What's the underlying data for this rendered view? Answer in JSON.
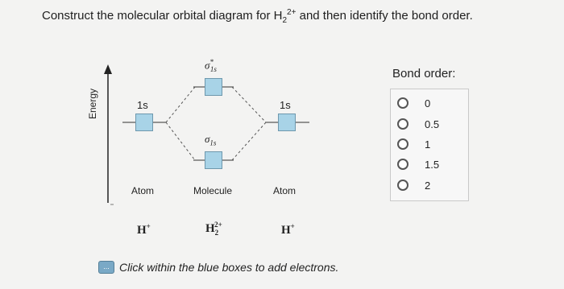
{
  "question": {
    "prefix": "Construct the molecular orbital diagram for H",
    "subscript": "2",
    "superscript": "2+",
    "suffix": " and then identify the bond order."
  },
  "diagram": {
    "energy_label": "Energy",
    "sigma_star_label": "σ",
    "sigma_star_marker": "*",
    "sigma_star_sub": "1s",
    "sigma_label": "σ",
    "sigma_sub": "1s",
    "left_ao_label": "1s",
    "right_ao_label": "1s",
    "atom_left_label": "Atom",
    "molecule_label": "Molecule",
    "atom_right_label": "Atom",
    "species_left": "H",
    "species_left_charge": "+",
    "species_mid": "H",
    "species_mid_sub": "2",
    "species_mid_charge": "2+",
    "species_right": "H",
    "species_right_charge": "+"
  },
  "bond_order": {
    "title": "Bond order:",
    "options": [
      "0",
      "0.5",
      "1",
      "1.5",
      "2"
    ]
  },
  "hint": {
    "text": "Click within the blue boxes to add electrons.",
    "icon_text": "..."
  },
  "colors": {
    "box_fill": "#a8d3e7",
    "box_border": "#6e98ad"
  }
}
